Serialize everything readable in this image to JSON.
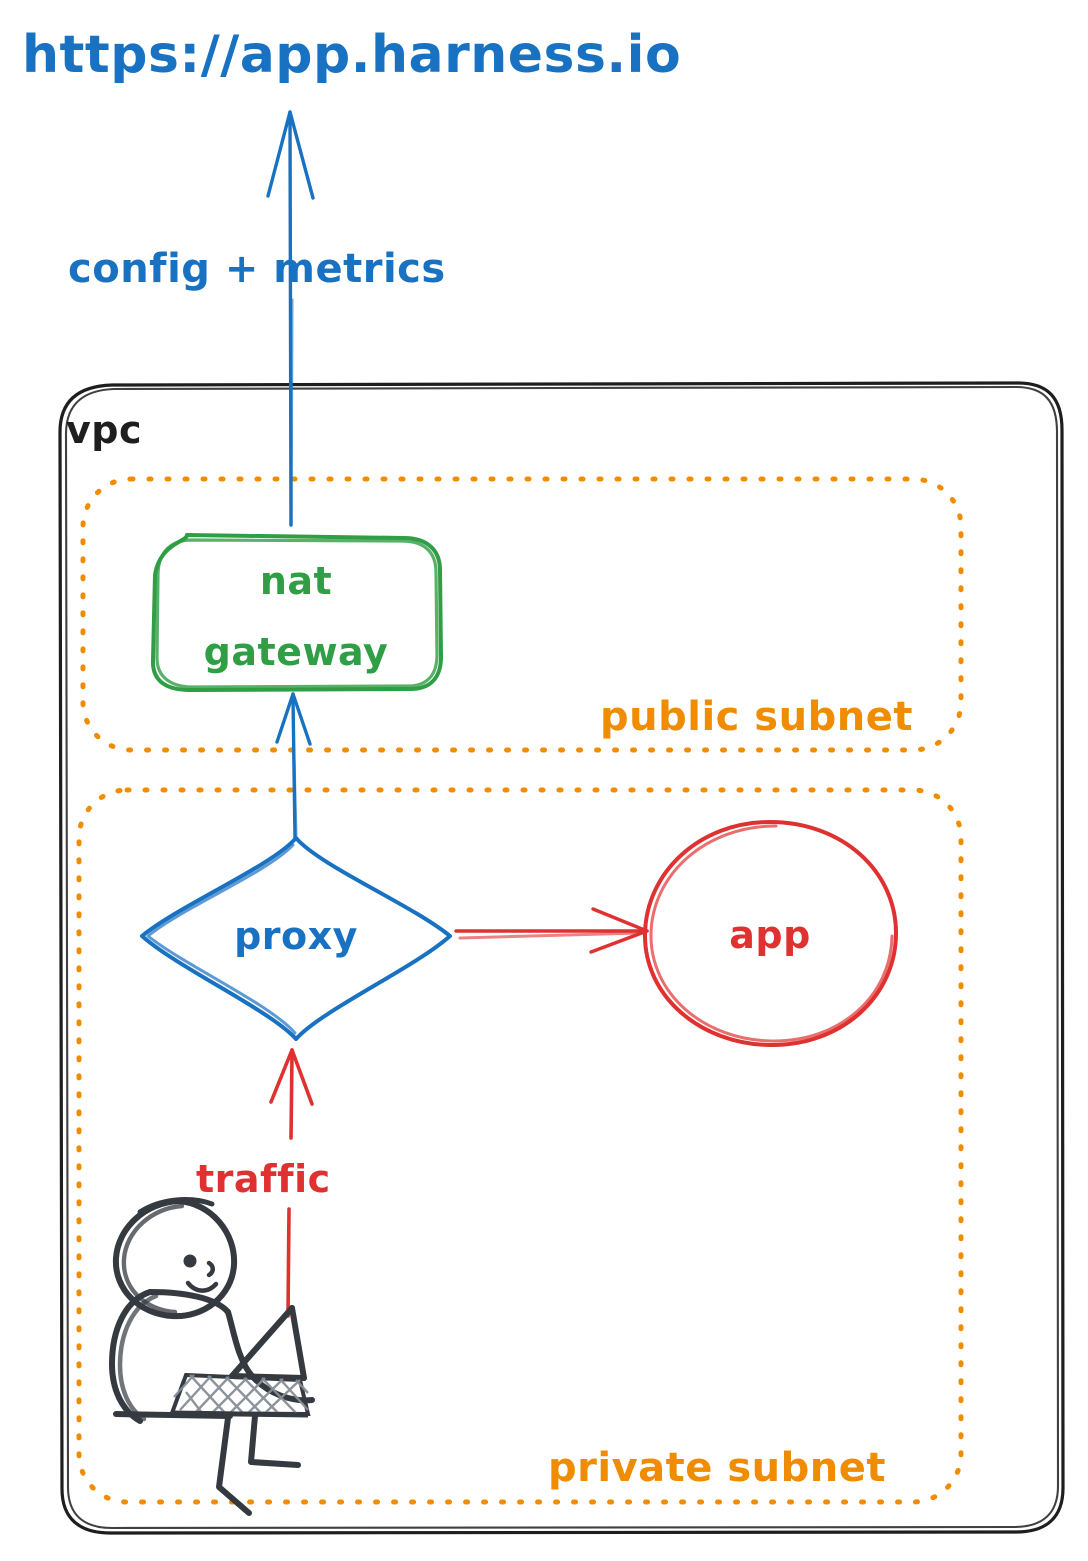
{
  "diagram": {
    "title_url": "https://app.harness.io",
    "edges": {
      "config_metrics_label": "config + metrics",
      "traffic_label": "traffic"
    },
    "containers": [
      {
        "id": "vpc",
        "label": "vpc",
        "style": "solid-rounded",
        "color": "#1e1e1e"
      },
      {
        "id": "public-subnet",
        "label": "public subnet",
        "style": "dotted-rounded",
        "color": "#f08c00"
      },
      {
        "id": "private-subnet",
        "label": "private subnet",
        "style": "dotted-rounded",
        "color": "#f08c00"
      }
    ],
    "nodes": [
      {
        "id": "nat-gateway",
        "label_line1": "nat",
        "label_line2": "gateway",
        "shape": "rounded-rect",
        "color": "#2f9e44"
      },
      {
        "id": "proxy",
        "label": "proxy",
        "shape": "diamond",
        "color": "#1971c2"
      },
      {
        "id": "app",
        "label": "app",
        "shape": "ellipse",
        "color": "#e03131"
      },
      {
        "id": "user",
        "label": "",
        "shape": "stick-figure-with-laptop",
        "color": "#343a40"
      }
    ],
    "colors": {
      "blue": "#1971c2",
      "green": "#2f9e44",
      "orange": "#f08c00",
      "red": "#e03131",
      "black": "#1e1e1e",
      "person": "#343a40",
      "background": "#ffffff"
    },
    "icons": {
      "arrow_up_internet": "arrow-up-icon",
      "arrow_up_nat": "arrow-up-icon",
      "arrow_right_app": "arrow-right-icon",
      "arrow_up_traffic": "arrow-up-icon",
      "user_figure": "person-with-laptop-icon"
    }
  }
}
